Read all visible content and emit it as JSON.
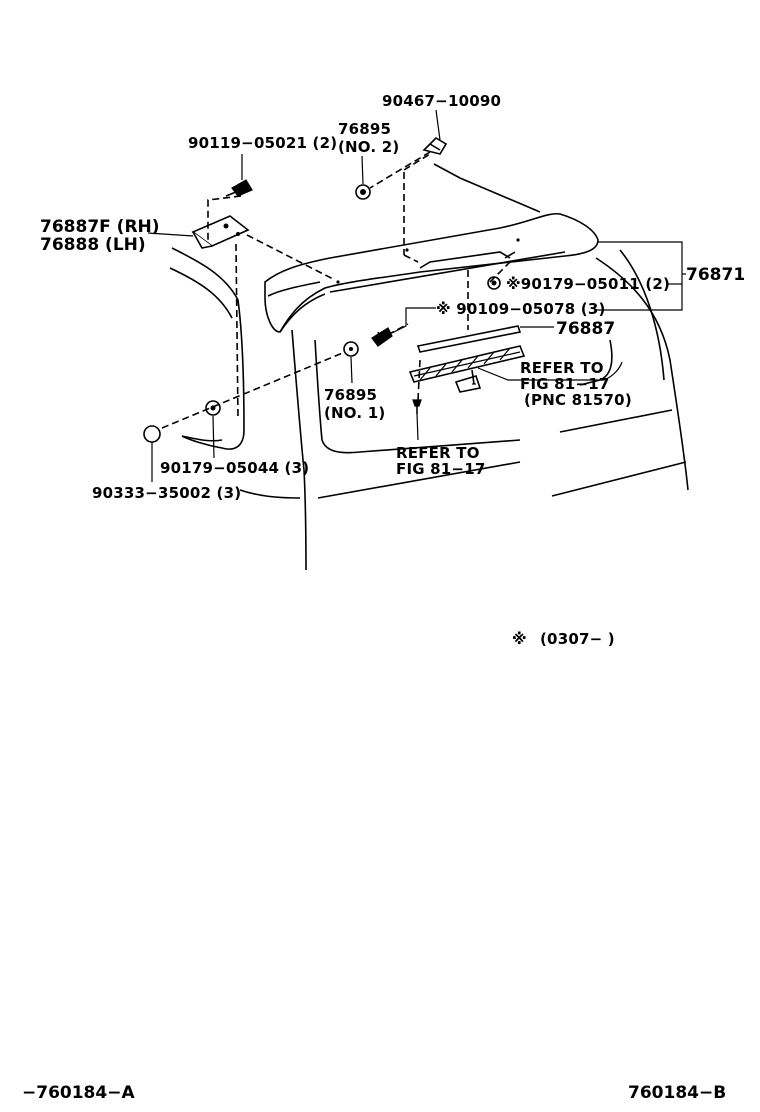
{
  "labels": {
    "p90467": "90467−10090",
    "p76895_no2_a": "76895",
    "p76895_no2_b": "(NO. 2)",
    "p90119": "90119−05021 (2)",
    "p76887f": "76887F (RH)",
    "p76888": "76888   (LH)",
    "p76871": "76871",
    "p90179_05011": "※90179−05011 (2)",
    "p90109": "※ 90109−05078 (3)",
    "p76887": "76887",
    "refer1_a": "REFER TO",
    "refer1_b": "FIG 81−17",
    "refer1_c": "(PNC 81570)",
    "p76895_no1_a": "76895",
    "p76895_no1_b": "(NO. 1)",
    "refer2_a": "REFER TO",
    "refer2_b": "FIG 81−17",
    "p90179_05044": "90179−05044 (3)",
    "p90333": "90333−35002 (3)",
    "note_mark": "※",
    "note_text": "(0307−        )",
    "footer_left": "−760184−A",
    "footer_right": "760184−B"
  }
}
